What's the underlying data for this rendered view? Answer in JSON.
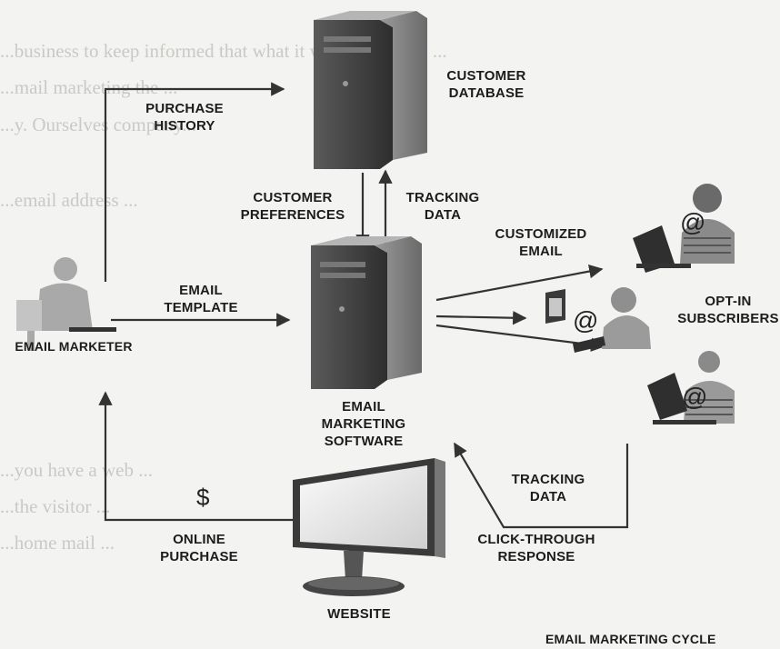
{
  "background_text": [
    "...business to keep informed that what it will go in some ...",
    "...mail marketing the ...",
    "...y. Ourselves company...",
    "...email address ...",
    "...you have a web ...",
    "...the visitor ...",
    "...home mail ..."
  ],
  "labels": {
    "purchase_history": "PURCHASE\nHISTORY",
    "customer_database": "CUSTOMER\nDATABASE",
    "customer_preferences": "CUSTOMER\nPREFERENCES",
    "tracking_data_top": "TRACKING\nDATA",
    "customized_email": "CUSTOMIZED\nEMAIL",
    "email_template": "EMAIL\nTEMPLATE",
    "email_marketer": "EMAIL MARKETER",
    "email_marketing_software": "EMAIL\nMARKETING\nSOFTWARE",
    "opt_in_subscribers": "OPT-IN\nSUBSCRIBERS",
    "tracking_data_bottom": "TRACKING\nDATA",
    "online_purchase": "ONLINE\nPURCHASE",
    "click_through_response": "CLICK-THROUGH\nRESPONSE",
    "website": "WEBSITE",
    "caption": "EMAIL MARKETING CYCLE",
    "dollar_sign": "$",
    "at_sign": "@"
  }
}
